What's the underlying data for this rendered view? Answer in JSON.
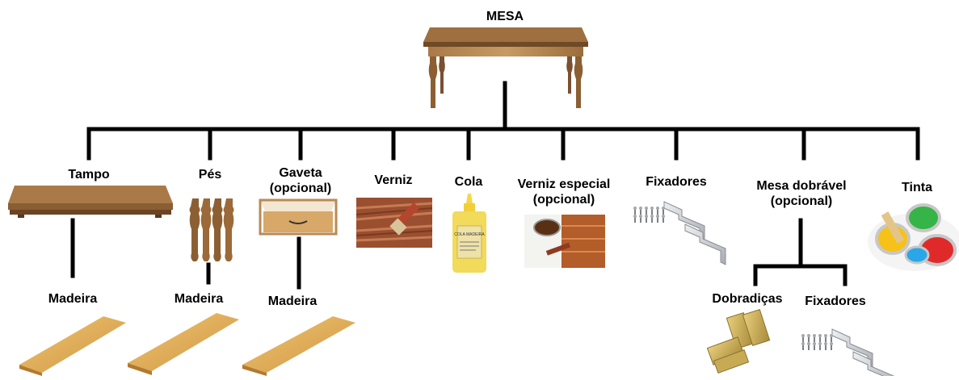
{
  "root": {
    "label": "MESA",
    "icon": "wooden-table-icon"
  },
  "components": [
    {
      "key": "tampo",
      "label": "Tampo",
      "icon": "tabletop-icon",
      "children": [
        {
          "label": "Madeira",
          "icon": "wood-plank-icon"
        }
      ]
    },
    {
      "key": "pes",
      "label": "Pés",
      "icon": "table-legs-icon",
      "children": [
        {
          "label": "Madeira",
          "icon": "wood-plank-icon"
        }
      ]
    },
    {
      "key": "gaveta",
      "label": "Gaveta\n(opcional)",
      "icon": "drawer-icon",
      "children": [
        {
          "label": "Madeira",
          "icon": "wood-plank-icon"
        }
      ]
    },
    {
      "key": "verniz",
      "label": "Verniz",
      "icon": "varnish-brush-icon"
    },
    {
      "key": "cola",
      "label": "Cola",
      "icon": "glue-bottle-icon",
      "bottle_text": "COLA MADEIRA"
    },
    {
      "key": "verniz-especial",
      "label": "Verniz especial\n(opcional)",
      "icon": "varnish-can-icon"
    },
    {
      "key": "fixadores",
      "label": "Fixadores",
      "icon": "brackets-screws-icon"
    },
    {
      "key": "mesa-dobravel",
      "label": "Mesa dobrável\n(opcional)",
      "children": [
        {
          "label": "Dobradiças",
          "icon": "hinges-icon"
        },
        {
          "label": "Fixadores",
          "icon": "brackets-screws-icon"
        }
      ]
    },
    {
      "key": "tinta",
      "label": "Tinta",
      "icon": "paint-cans-icon"
    }
  ],
  "colors": {
    "line": "#000000",
    "wood": "#b98a52",
    "wood_dark": "#7a5530",
    "plank": "#e3b25f",
    "metal": "#c9ccd1"
  }
}
